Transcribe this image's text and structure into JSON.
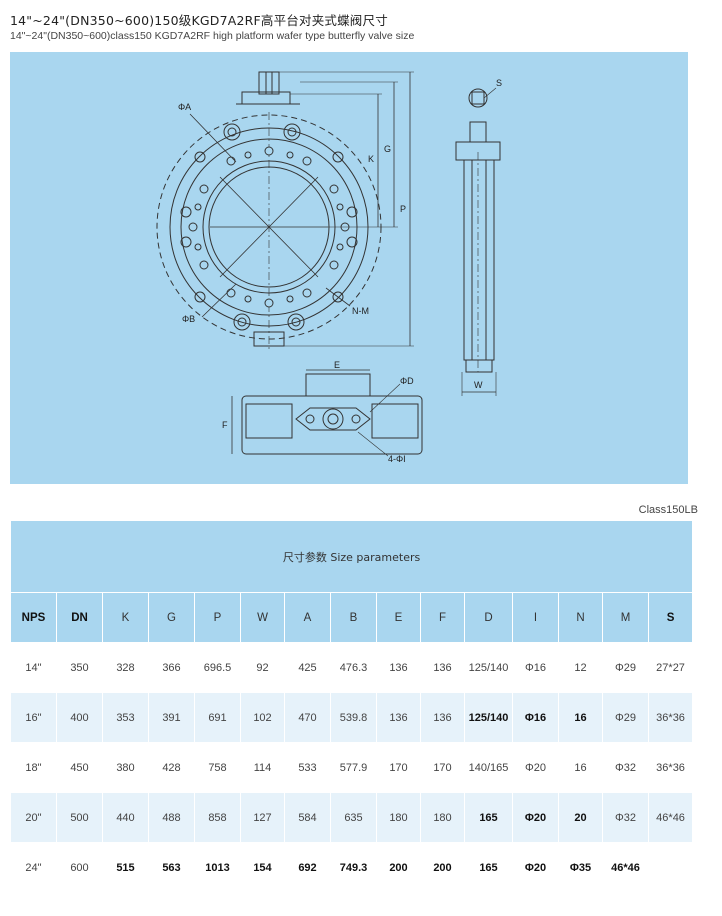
{
  "title_cn": "14\"~24\"(DN350~600)150级KGD7A2RF高平台对夹式蝶阀尺寸",
  "title_en": "14\"~24\"(DN350~600)class150 KGD7A2RF high platform wafer type butterfly valve size",
  "drawing_labels": {
    "phi_a": "ΦA",
    "phi_b": "ΦB",
    "n_m": "N-M",
    "k": "K",
    "g": "G",
    "p": "P",
    "s": "S",
    "w": "W",
    "e": "E",
    "f": "F",
    "phi_d": "ΦD",
    "four_phi_i": "4-ΦI"
  },
  "class_label": "Class150LB",
  "table": {
    "caption": "尺寸参数 Size parameters",
    "headers": [
      "NPS",
      "DN",
      "K",
      "G",
      "P",
      "W",
      "A",
      "B",
      "E",
      "F",
      "D",
      "I",
      "N",
      "M",
      "S"
    ],
    "rows": [
      [
        "14\"",
        "350",
        "328",
        "366",
        "696.5",
        "92",
        "425",
        "476.3",
        "136",
        "136",
        "125/140",
        "Φ16",
        "12",
        "Φ29",
        "27*27"
      ],
      [
        "16\"",
        "400",
        "353",
        "391",
        "691",
        "102",
        "470",
        "539.8",
        "136",
        "136",
        "125/140",
        "Φ16",
        "16",
        "Φ29",
        "36*36"
      ],
      [
        "18\"",
        "450",
        "380",
        "428",
        "758",
        "114",
        "533",
        "577.9",
        "170",
        "170",
        "140/165",
        "Φ20",
        "16",
        "Φ32",
        "36*36"
      ],
      [
        "20\"",
        "500",
        "440",
        "488",
        "858",
        "127",
        "584",
        "635",
        "180",
        "180",
        "165",
        "Φ20",
        "20",
        "Φ32",
        "46*46"
      ],
      [
        "24\"",
        "600",
        "515",
        "563",
        "1013",
        "154",
        "692",
        "749.3",
        "200",
        "200",
        "165",
        "Φ20",
        "Φ35",
        "46*46"
      ]
    ]
  }
}
